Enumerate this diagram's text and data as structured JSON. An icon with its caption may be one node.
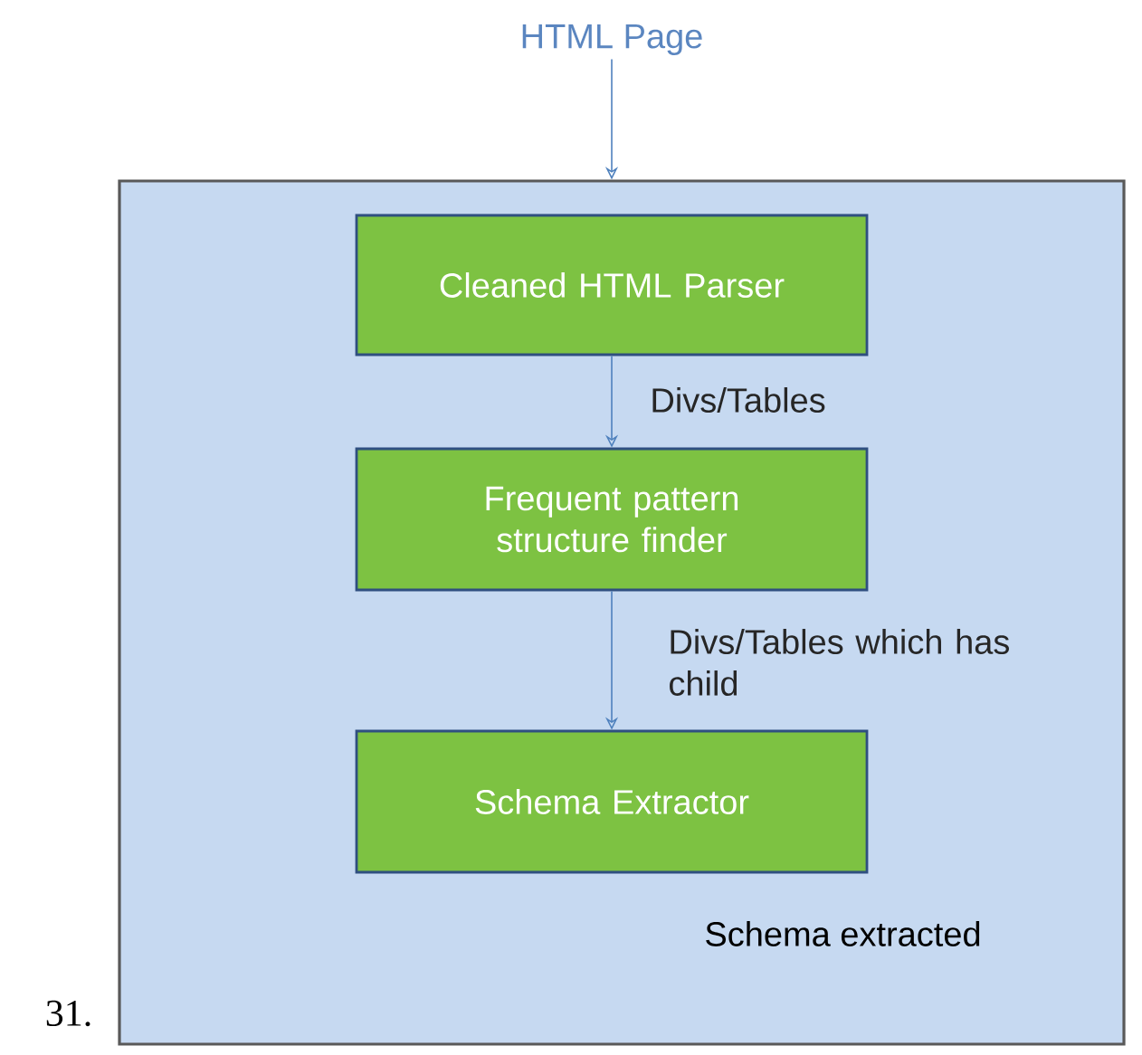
{
  "diagram": {
    "nodes": [
      {
        "text": [],
        "shape": "box"
      },
      {
        "text": [
          "HTML Page"
        ]
      },
      {
        "text": [
          "Cleaned HTML Parser"
        ],
        "in": 0
      },
      {
        "text": [
          "Frequent pattern structure finder"
        ],
        "in": 0
      },
      {
        "text": [
          "Schema Extractor"
        ],
        "in": 0
      }
    ],
    "edges": [
      {
        "from": 1,
        "to": 0,
        "arrow": "to"
      },
      {
        "from": 2,
        "to": 3,
        "arrow": "to",
        "label": "Divs/Tables"
      },
      {
        "from": 3,
        "to": 4,
        "arrow": "to",
        "label": "Divs/Tables which has child"
      }
    ],
    "labels": [
      "Schema extracted",
      "31."
    ]
  }
}
